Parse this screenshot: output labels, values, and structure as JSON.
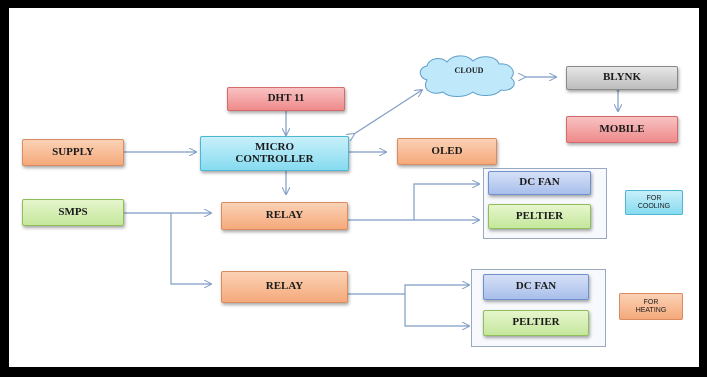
{
  "blocks": {
    "supply": "SUPPLY",
    "smps": "SMPS",
    "dht11": "DHT 11",
    "micro_line1": "MICRO",
    "micro_line2": "CONTROLLER",
    "oled": "OLED",
    "cloud": "CLOUD",
    "blynk": "BLYNK",
    "mobile": "MOBILE",
    "relay_cooling": "RELAY",
    "relay_heating": "RELAY",
    "dcfan_cooling": "DC FAN",
    "peltier_cooling": "PELTIER",
    "dcfan_heating": "DC FAN",
    "peltier_heating": "PELTIER"
  },
  "notes": {
    "cooling_line1": "FOR",
    "cooling_line2": "COOLING",
    "heating_line1": "FOR",
    "heating_line2": "HEATING"
  },
  "colors": {
    "orange": "#f5a97a",
    "red": "#ef8a8a",
    "cyan": "#86dbf0",
    "green": "#c5e79c",
    "blue": "#a8bfeb",
    "grey": "#bdbdbd",
    "connector": "#7f9cc4"
  }
}
